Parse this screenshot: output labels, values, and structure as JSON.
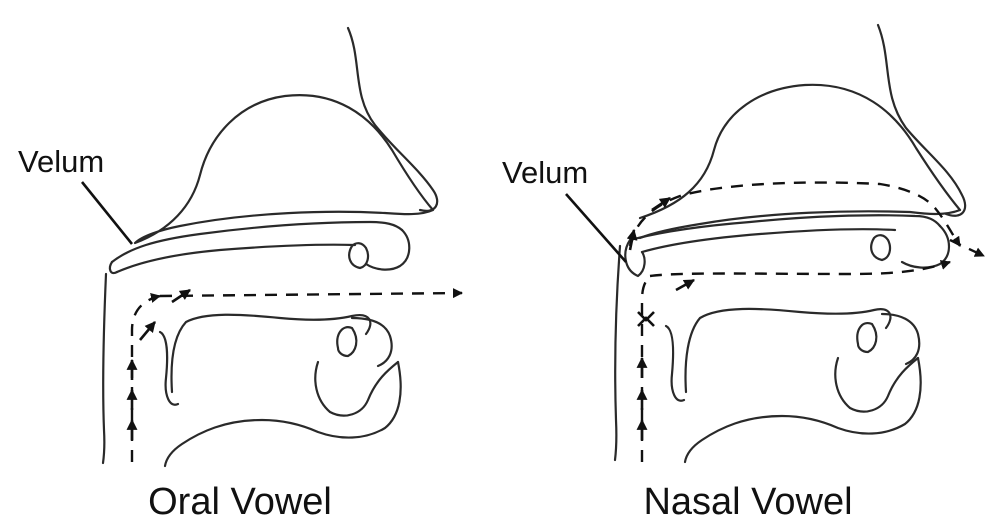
{
  "diagram": {
    "panels": [
      {
        "label": "Velum",
        "caption": "Oral Vowel"
      },
      {
        "label": "Velum",
        "caption": "Nasal Vowel"
      }
    ]
  }
}
